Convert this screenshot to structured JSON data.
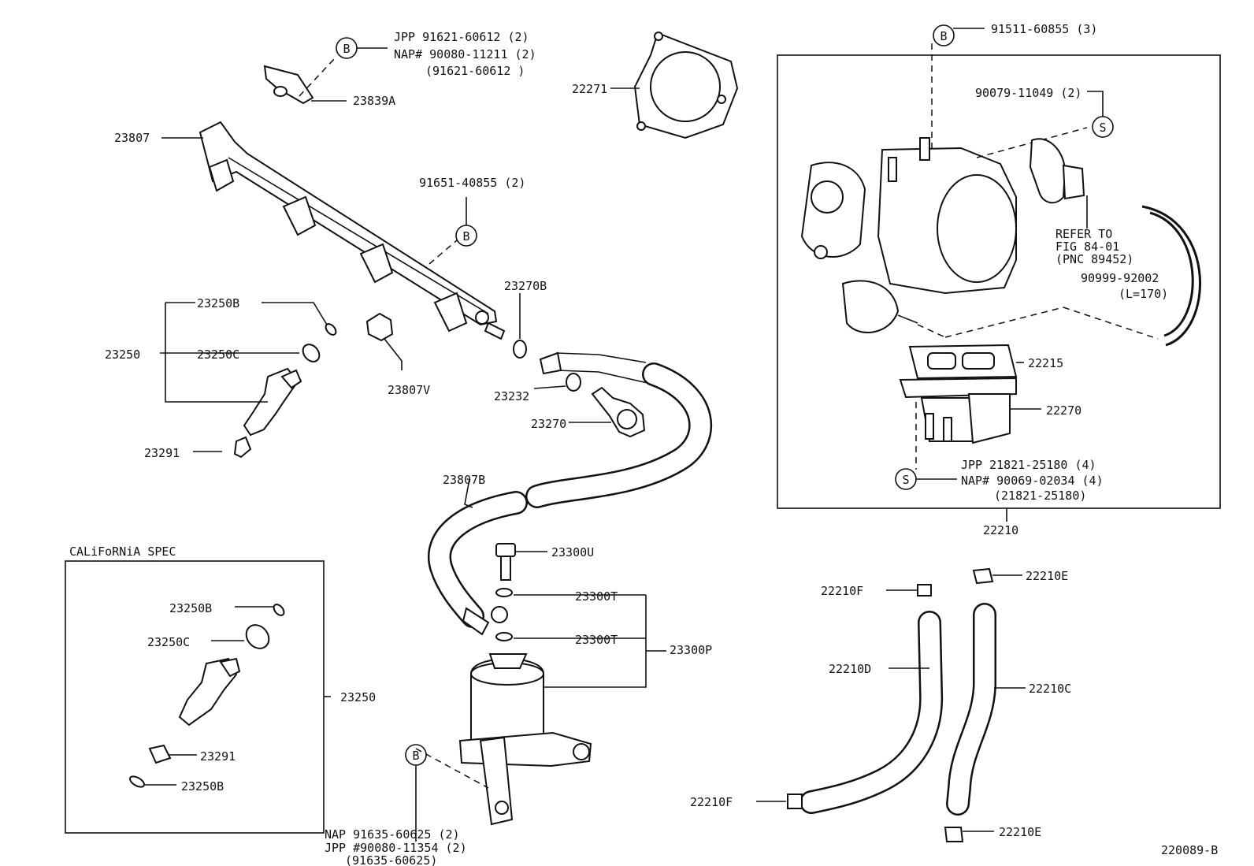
{
  "labels": {
    "l_23839A": "23839A",
    "l_23807": "23807",
    "l_91651": "91651-40855 (2)",
    "l_23250B_top": "23250B",
    "l_23250_top": "23250",
    "l_23250C_top": "23250C",
    "l_23807V": "23807V",
    "l_23291_top": "23291",
    "l_23270B": "23270B",
    "l_23232": "23232",
    "l_23270": "23270",
    "l_23807B": "23807B",
    "l_22271": "22271",
    "l_23300U": "23300U",
    "l_23300T_a": "23300T",
    "l_23300T_b": "23300T",
    "l_23300P": "23300P",
    "l_91511": "91511-60855 (3)",
    "l_90079": "90079-11049 (2)",
    "l_refer1": "REFER TO",
    "l_refer2": "FIG 84-01",
    "l_refer3": "(PNC 89452)",
    "l_90999": "90999-92002",
    "l_L170": "(L=170)",
    "l_22215": "22215",
    "l_22270": "22270",
    "l_s_jpp": "JPP   21821-25180 (4)",
    "l_s_nap": "NAP# 90069-02034 (4)",
    "l_s_alt": "(21821-25180)",
    "l_22210": "22210",
    "l_22210F_a": "22210F",
    "l_22210E_a": "22210E",
    "l_22210D": "22210D",
    "l_22210C": "22210C",
    "l_22210F_b": "22210F",
    "l_22210E_b": "22210E",
    "l_cal": "CALiFoRNiA SPEC",
    "l_23250B_cal1": "23250B",
    "l_23250C_cal": "23250C",
    "l_23250_cal": "23250",
    "l_23291_cal": "23291",
    "l_23250B_cal2": "23250B",
    "l_b_top_jpp": "JPP  91621-60612 (2)",
    "l_b_top_nap": "NAP# 90080-11211 (2)",
    "l_b_top_alt": "(91621-60612 )",
    "l_b_bot_nap": "NAP    91635-60625 (2)",
    "l_b_bot_jpp": "JPP  #90080-11354 (2)",
    "l_b_bot_alt": "(91635-60625)",
    "l_ref": "220089-B"
  },
  "callouts": {
    "b1": "B",
    "b2": "B",
    "b3": "B",
    "b4": "B",
    "s1": "S",
    "s2": "S"
  }
}
